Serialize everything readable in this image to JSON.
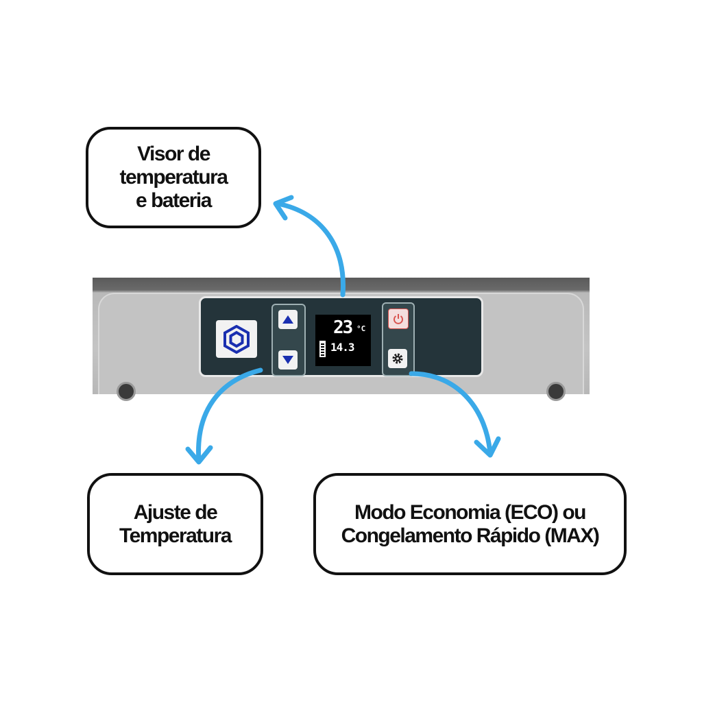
{
  "callouts": {
    "display": {
      "line1": "Visor de",
      "line2": "temperatura",
      "line3": "e bateria"
    },
    "adjust": {
      "line1": "Ajuste de",
      "line2": "Temperatura"
    },
    "mode": {
      "line1": "Modo Economia (ECO) ou",
      "line2": "Congelamento Rápido (MAX)"
    }
  },
  "display": {
    "temperature": "23",
    "unit": "°C",
    "voltage": "14.3"
  },
  "colors": {
    "arrow": "#3aa9e8",
    "button_icon": "#1a2fb0",
    "power_icon": "#d9534f"
  }
}
